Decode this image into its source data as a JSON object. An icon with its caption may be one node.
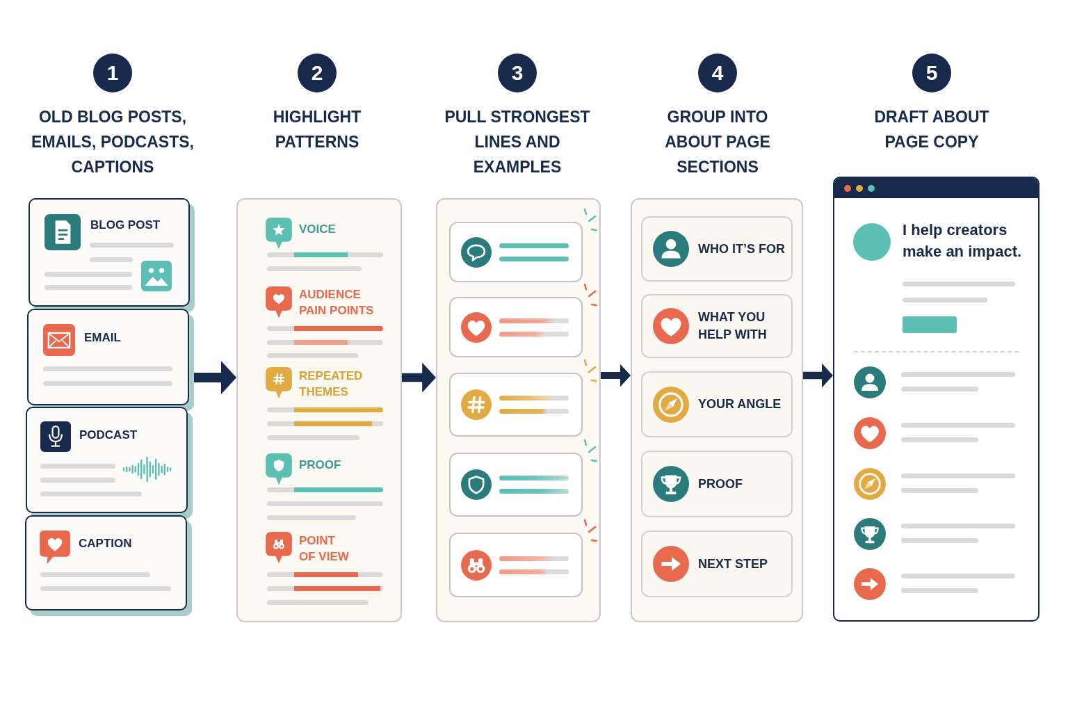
{
  "diagram": {
    "nodes": [
      {
        "text": [
          "1"
        ],
        "beside": [
          "OLD BLOG POSTS, EMAILS, PODCASTS, CAPTIONS"
        ]
      },
      {
        "text": [
          "BLOG POST"
        ]
      },
      {
        "text": [
          "EMAIL"
        ]
      },
      {
        "text": [
          "PODCAST"
        ]
      },
      {
        "text": [
          "CAPTION"
        ]
      },
      {
        "text": [
          "2"
        ],
        "beside": [
          "HIGHLIGHT PATTERNS"
        ]
      },
      {
        "text": [
          "VOICE",
          "AUDIENCE PAIN POINTS",
          "REPEATED THEMES",
          "PROOF",
          "POINT OF VIEW"
        ]
      },
      {
        "text": [
          "3"
        ],
        "beside": [
          "PULL STRONGEST LINES AND EXAMPLES"
        ]
      },
      {
        "text": [],
        "shape": "box"
      },
      {
        "text": [],
        "shape": "box",
        "in": 8
      },
      {
        "text": [],
        "shape": "box",
        "in": 8
      },
      {
        "text": [],
        "shape": "box",
        "in": 8
      },
      {
        "text": [],
        "shape": "box",
        "in": 8
      },
      {
        "text": [],
        "shape": "box",
        "in": 8
      },
      {
        "text": [
          "4"
        ],
        "beside": [
          "GROUP INTO ABOUT PAGE SECTIONS"
        ]
      },
      {
        "text": [],
        "shape": "box"
      },
      {
        "text": [
          "WHO IT’S FOR"
        ],
        "in": 15
      },
      {
        "text": [
          "WHAT YOU HELP WITH"
        ],
        "in": 15
      },
      {
        "text": [
          "YOUR ANGLE"
        ],
        "in": 15
      },
      {
        "text": [
          "PROOF"
        ],
        "in": 15
      },
      {
        "text": [
          "NEXT STEP"
        ],
        "in": 15
      },
      {
        "text": [
          "5"
        ],
        "beside": [
          "DRAFT ABOUT PAGE COPY"
        ]
      },
      {
        "text": [
          "I help creators make an impact."
        ]
      }
    ],
    "edges": [
      {
        "from": 2,
        "to": 6,
        "arrow": "to"
      },
      {
        "from": 6,
        "to": 8,
        "arrow": "to"
      },
      {
        "from": 8,
        "to": 15,
        "arrow": "to"
      },
      {
        "from": 15,
        "to": 22,
        "arrow": "to"
      }
    ]
  }
}
